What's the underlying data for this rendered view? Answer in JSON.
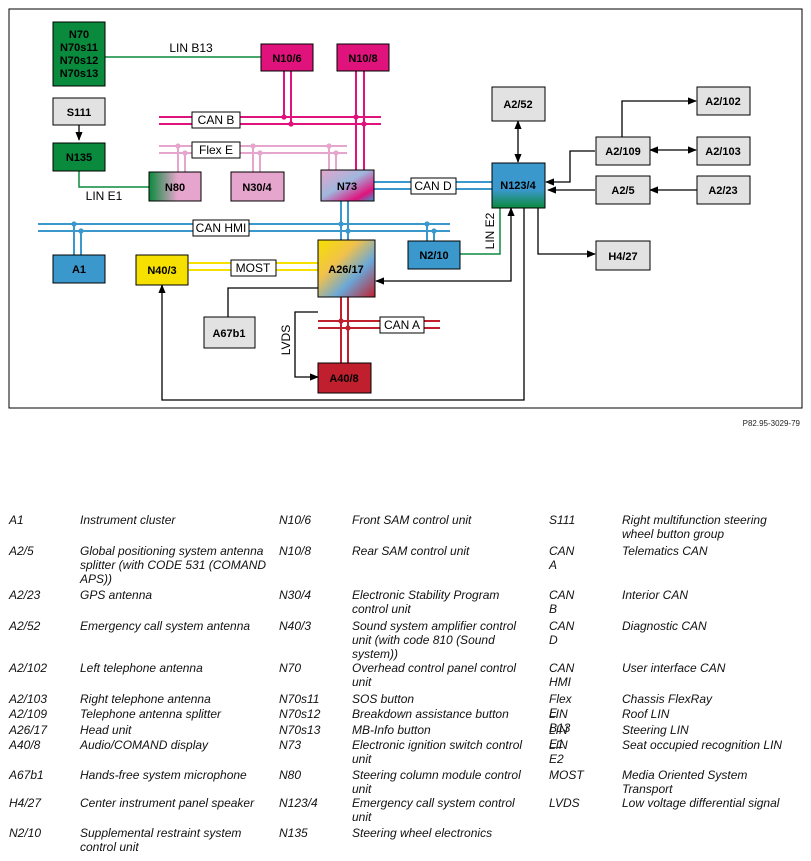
{
  "diagram": {
    "nodes": {
      "n70": [
        "N70",
        "N70s11",
        "N70s12",
        "N70s13"
      ],
      "n10_6": "N10/6",
      "n10_8": "N10/8",
      "s111": "S111",
      "n135": "N135",
      "n80": "N80",
      "n30_4": "N30/4",
      "n73": "N73",
      "a2_52": "A2/52",
      "n123_4": "N123/4",
      "a2_102": "A2/102",
      "a2_109": "A2/109",
      "a2_103": "A2/103",
      "a2_5": "A2/5",
      "a2_23": "A2/23",
      "a1": "A1",
      "n40_3": "N40/3",
      "a26_17": "A26/17",
      "n2_10": "N2/10",
      "h4_27": "H4/27",
      "a67b1": "A67b1",
      "a40_8": "A40/8"
    },
    "buses": {
      "lin_b13": "LIN B13",
      "can_b": "CAN B",
      "flex_e": "Flex E",
      "lin_e1": "LIN E1",
      "can_d": "CAN D",
      "can_hmi": "CAN HMI",
      "lin_e2": "LIN E2",
      "most": "MOST",
      "can_a": "CAN A",
      "lvds": "LVDS"
    },
    "colors": {
      "green": "#0a8a3c",
      "magenta": "#e0137d",
      "pink": "#e6a5cc",
      "blue": "#3a98cc",
      "yellow": "#f5e000",
      "red": "#c0202e",
      "gray": "#e2e2e2"
    }
  },
  "reference_code": "P82.95-3029-79",
  "legend": [
    [
      {
        "code": "A1",
        "desc": "Instrument cluster"
      },
      {
        "code": "A2/5",
        "desc": "Global positioning system antenna splitter (with CODE 531 (COMAND APS))"
      },
      {
        "code": "A2/23",
        "desc": "GPS antenna"
      },
      {
        "code": "A2/52",
        "desc": "Emergency call system antenna"
      },
      {
        "code": "A2/102",
        "desc": "Left telephone antenna"
      },
      {
        "code": "A2/103",
        "desc": "Right telephone antenna"
      },
      {
        "code": "A2/109",
        "desc": "Telephone antenna splitter"
      },
      {
        "code": "A26/17",
        "desc": "Head unit"
      },
      {
        "code": "A40/8",
        "desc": "Audio/COMAND display"
      },
      {
        "code": "A67b1",
        "desc": "Hands-free system microphone"
      },
      {
        "code": "H4/27",
        "desc": "Center instrument panel speaker"
      },
      {
        "code": "N2/10",
        "desc": "Supplemental restraint system control unit"
      }
    ],
    [
      {
        "code": "N10/6",
        "desc": "Front SAM control unit"
      },
      {
        "code": "N10/8",
        "desc": "Rear SAM control unit"
      },
      {
        "code": "N30/4",
        "desc": "Electronic Stability Program control unit"
      },
      {
        "code": "N40/3",
        "desc": "Sound system amplifier control unit (with code 810 (Sound system))"
      },
      {
        "code": "N70",
        "desc": "Overhead control panel control unit"
      },
      {
        "code": "N70s11",
        "desc": "SOS button"
      },
      {
        "code": "N70s12",
        "desc": "Breakdown assistance button"
      },
      {
        "code": "N70s13",
        "desc": "MB-Info button"
      },
      {
        "code": "N73",
        "desc": "Electronic ignition switch control unit"
      },
      {
        "code": "N80",
        "desc": "Steering column module control unit"
      },
      {
        "code": "N123/4",
        "desc": "Emergency call system control unit"
      },
      {
        "code": "N135",
        "desc": "Steering wheel electronics"
      }
    ],
    [
      {
        "code": "S111",
        "desc": "Right multifunction steering wheel button group"
      },
      {
        "code": "CAN A",
        "desc": "Telematics CAN"
      },
      {
        "code": "CAN B",
        "desc": "Interior CAN"
      },
      {
        "code": "CAN D",
        "desc": "Diagnostic CAN"
      },
      {
        "code": "CAN HMI",
        "desc": "User interface CAN"
      },
      {
        "code": "Flex E",
        "desc": "Chassis FlexRay"
      },
      {
        "code": "LIN B13",
        "desc": "Roof LIN"
      },
      {
        "code": "LIN E1",
        "desc": "Steering LIN"
      },
      {
        "code": "LIN E2",
        "desc": "Seat occupied recognition LIN"
      },
      {
        "code": "MOST",
        "desc": "Media Oriented System Transport"
      },
      {
        "code": "LVDS",
        "desc": "Low voltage differential signal"
      }
    ]
  ]
}
